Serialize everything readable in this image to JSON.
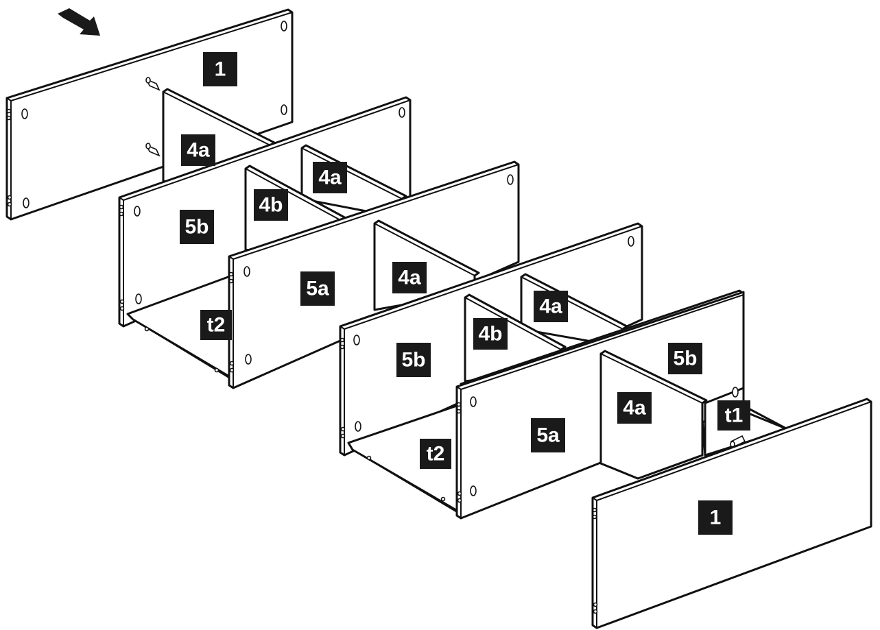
{
  "labels": {
    "l1a": "1",
    "l4a1": "4a",
    "l4a2": "4a",
    "l4b1": "4b",
    "l5b1": "5b",
    "l5a1": "5a",
    "l4a3": "4a",
    "t2a": "t2",
    "l4a4": "4a",
    "l4b2": "4b",
    "l5b2": "5b",
    "l5b3": "5b",
    "l4a5": "4a",
    "t1": "t1",
    "l5a2": "5a",
    "t2b": "t2",
    "l1b": "1"
  },
  "colors": {
    "ink": "#111111",
    "tag": "#1a1a1a",
    "background": "#ffffff"
  }
}
